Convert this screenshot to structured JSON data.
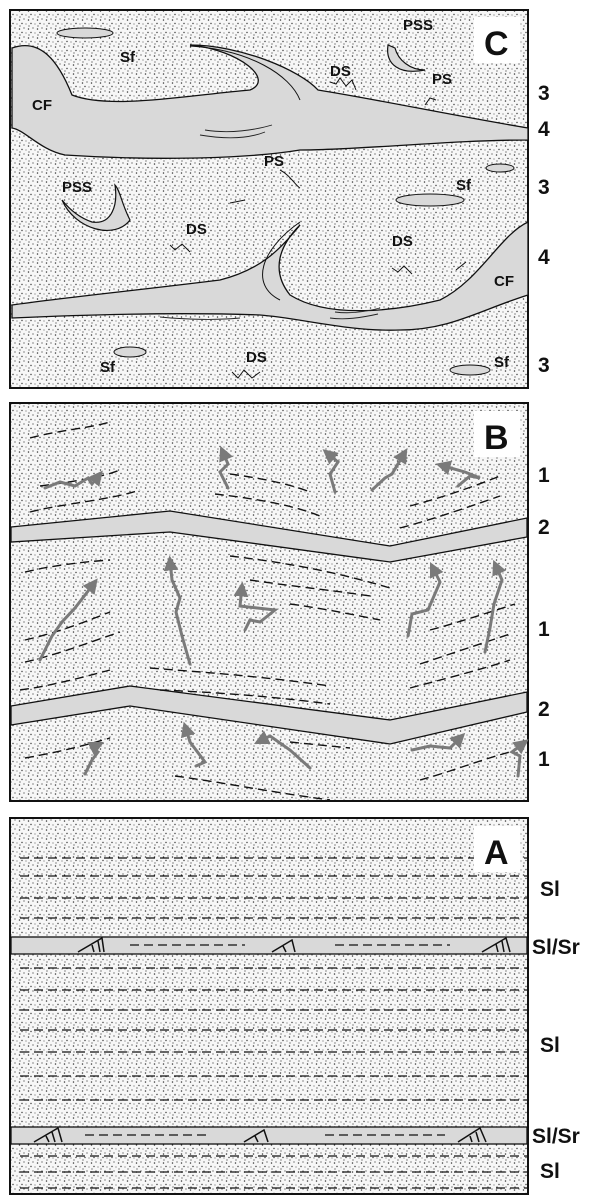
{
  "panels": {
    "c": {
      "badge": "C",
      "side_labels": [
        "3",
        "4",
        "3",
        "4",
        "3"
      ],
      "inner_labels": {
        "pss_top": "PSS",
        "ps_right": "PS",
        "sf_top": "Sf",
        "ds_top": "DS",
        "cf_left": "CF",
        "ps_mid": "PS",
        "pss_left": "PSS",
        "sf_right": "Sf",
        "ds_left": "DS",
        "ds_mid": "DS",
        "cf_right": "CF",
        "sf_bottom_left": "Sf",
        "ds_bottom": "DS",
        "sf_bottom_right": "Sf"
      }
    },
    "b": {
      "badge": "B",
      "side_labels": [
        "1",
        "2",
        "1",
        "2",
        "1"
      ]
    },
    "a": {
      "badge": "A",
      "side_labels": [
        "Sl",
        "Sl/Sr",
        "Sl",
        "Sl/Sr",
        "Sl"
      ]
    }
  },
  "colors": {
    "sand": "#f7f7f7",
    "stipple": "#3a3a3a",
    "gray_layer": "#d9d9d9",
    "arrow": "#7a7a7a",
    "outline": "#111111"
  }
}
